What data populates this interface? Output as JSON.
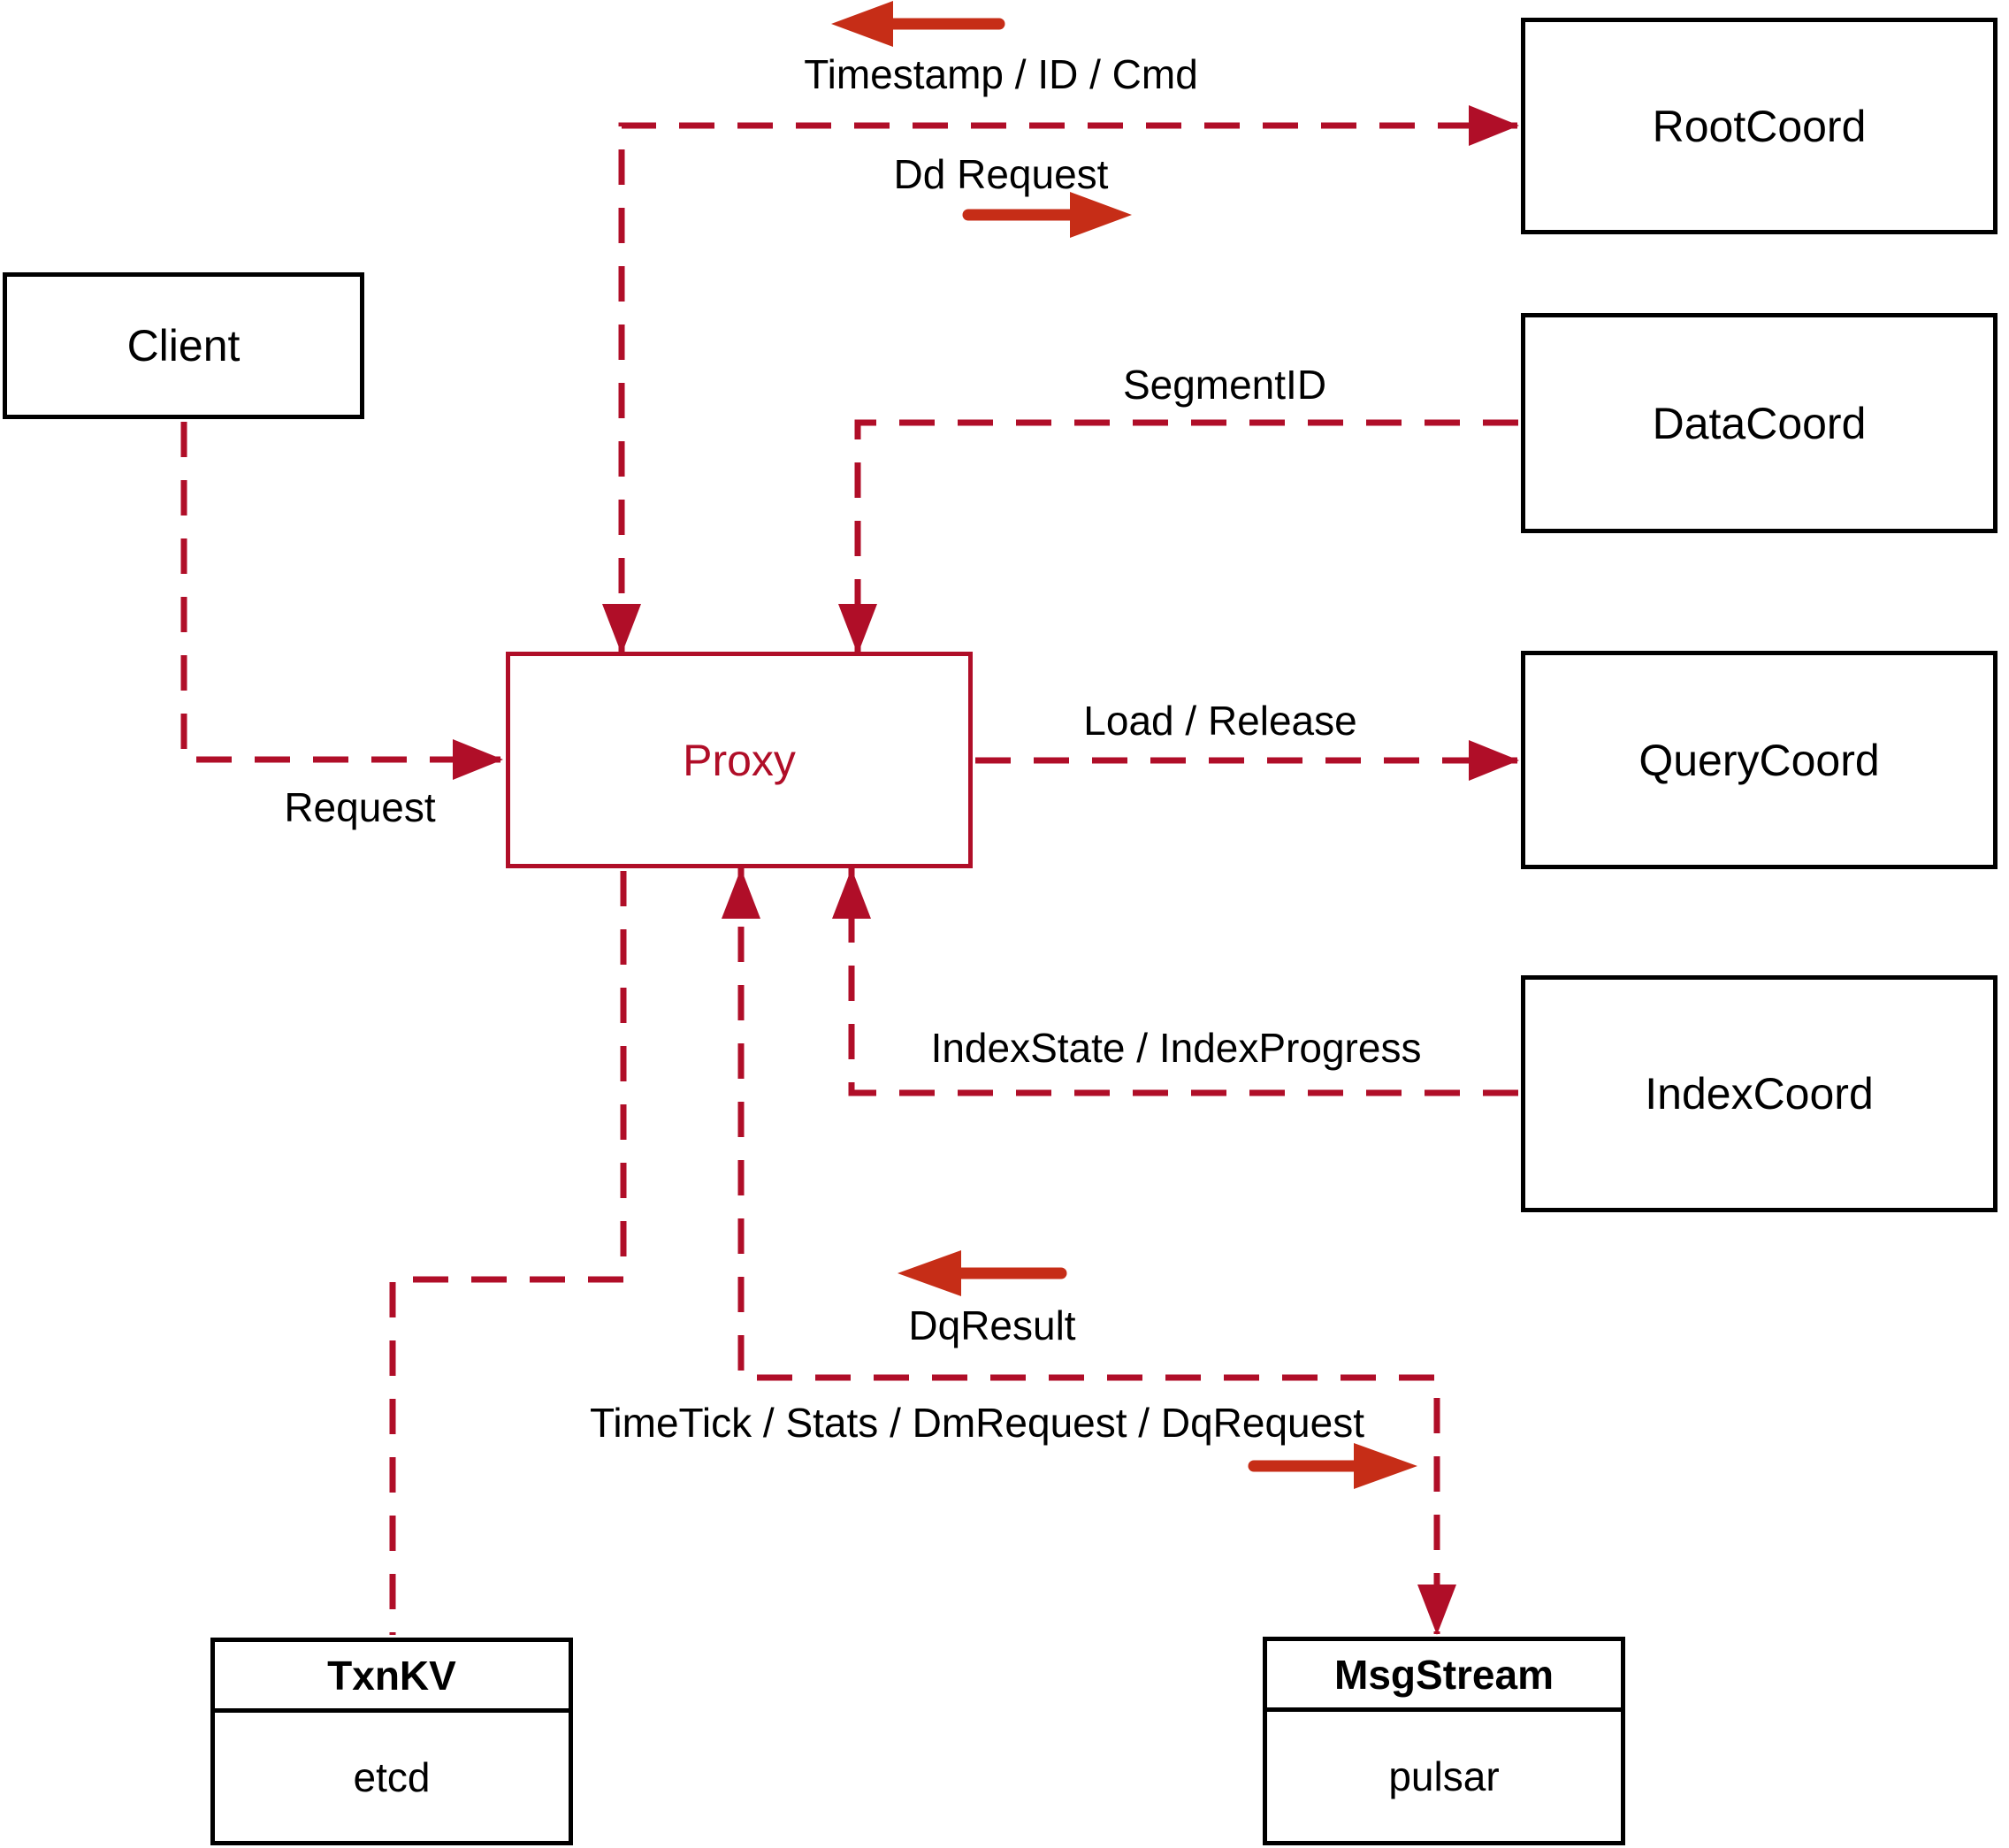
{
  "colors": {
    "background": "#ffffff",
    "box_border": "#000000",
    "text": "#000000",
    "dashed_line": "#b00e28",
    "solid_arrow": "#c62d17"
  },
  "nodes": {
    "client": {
      "label": "Client"
    },
    "proxy": {
      "label": "Proxy"
    },
    "root_coord": {
      "label": "RootCoord"
    },
    "data_coord": {
      "label": "DataCoord"
    },
    "query_coord": {
      "label": "QueryCoord"
    },
    "index_coord": {
      "label": "IndexCoord"
    },
    "txn_kv": {
      "title": "TxnKV",
      "impl": "etcd"
    },
    "msg_stream": {
      "title": "MsgStream",
      "impl": "pulsar"
    }
  },
  "edge_labels": {
    "timestamp_id_cmd": "Timestamp / ID / Cmd",
    "dd_request": "Dd Request",
    "segment_id": "SegmentID",
    "load_release": "Load / Release",
    "index_state_progress": "IndexState / IndexProgress",
    "request": "Request",
    "dq_result": "DqResult",
    "timetick_stats": "TimeTick / Stats / DmRequest / DqRequest"
  }
}
